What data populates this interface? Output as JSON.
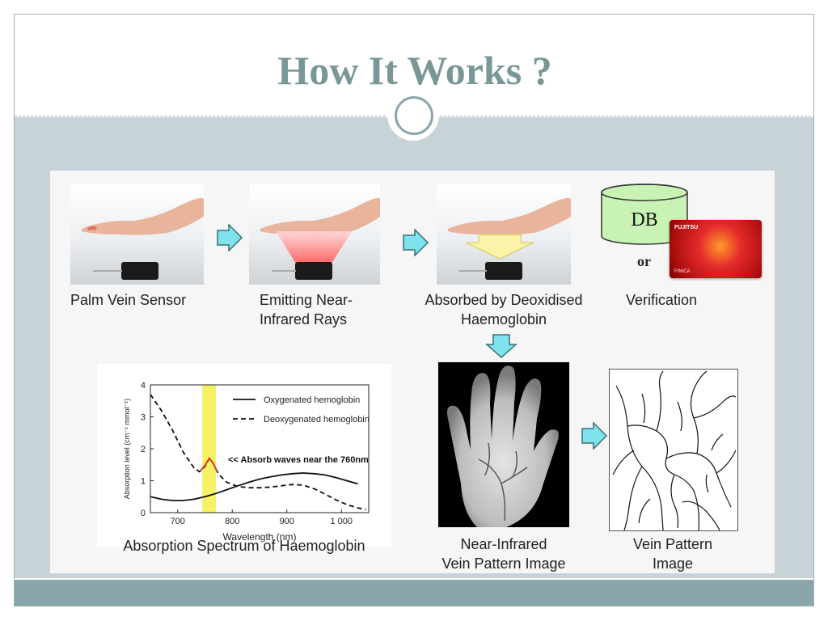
{
  "slide": {
    "title": "How It Works ?"
  },
  "steps": {
    "sensor_label": "Palm Vein Sensor",
    "emit_label_line1": "Emitting Near-",
    "emit_label_line2": "Infrared Rays",
    "absorb_label_line1": "Absorbed by Deoxidised",
    "absorb_label_line2": "Haemoglobin",
    "verify_label": "Verification"
  },
  "verification": {
    "db_text": "DB",
    "or_text": "or",
    "card_brand": "FUJITSU",
    "card_name": "FINICA"
  },
  "images": {
    "nir_label_line1": "Near-Infrared",
    "nir_label_line2": "Vein Pattern Image",
    "vein_label_line1": "Vein Pattern",
    "vein_label_line2": "Image"
  },
  "chart_caption": "Absorption  Spectrum  of  Haemoglobin",
  "colors": {
    "title": "#7a9797",
    "band": "#c7d3d7",
    "arrow_fill": "#7fe3ee",
    "highlight": "#f6ef4a",
    "db_fill": "#c8f3b4"
  },
  "chart_data": {
    "type": "line",
    "xlabel": "Wavelength (nm)",
    "ylabel": "Absorption level (cm⁻¹ mmol⁻¹)",
    "xlim": [
      650,
      1050
    ],
    "ylim": [
      0,
      4
    ],
    "x_ticks": [
      "700",
      "800",
      "900",
      "1 000"
    ],
    "y_ticks": [
      "0",
      "1",
      "2",
      "3",
      "4"
    ],
    "highlight_band": [
      745,
      770
    ],
    "annotation": "<< Absorb waves near the 760nm",
    "legend_position": "top-right",
    "series": [
      {
        "name": "Oxygenated hemoglobin",
        "style": "solid",
        "x": [
          650,
          670,
          690,
          710,
          730,
          750,
          770,
          790,
          810,
          830,
          850,
          870,
          890,
          910,
          930,
          950,
          970,
          990,
          1010,
          1030
        ],
        "y": [
          0.5,
          0.42,
          0.38,
          0.38,
          0.42,
          0.5,
          0.6,
          0.72,
          0.84,
          0.95,
          1.05,
          1.12,
          1.18,
          1.22,
          1.24,
          1.22,
          1.18,
          1.1,
          1.0,
          0.9
        ]
      },
      {
        "name": "Deoxygenated hemoglobin",
        "style": "dashed",
        "x": [
          650,
          670,
          690,
          710,
          730,
          740,
          750,
          758,
          765,
          775,
          790,
          810,
          830,
          850,
          870,
          890,
          910,
          930,
          950,
          970,
          990,
          1010,
          1030,
          1045
        ],
        "y": [
          3.7,
          3.2,
          2.6,
          1.9,
          1.4,
          1.28,
          1.45,
          1.7,
          1.55,
          1.2,
          0.95,
          0.82,
          0.78,
          0.78,
          0.8,
          0.84,
          0.88,
          0.86,
          0.75,
          0.58,
          0.4,
          0.25,
          0.15,
          0.1
        ]
      }
    ]
  }
}
